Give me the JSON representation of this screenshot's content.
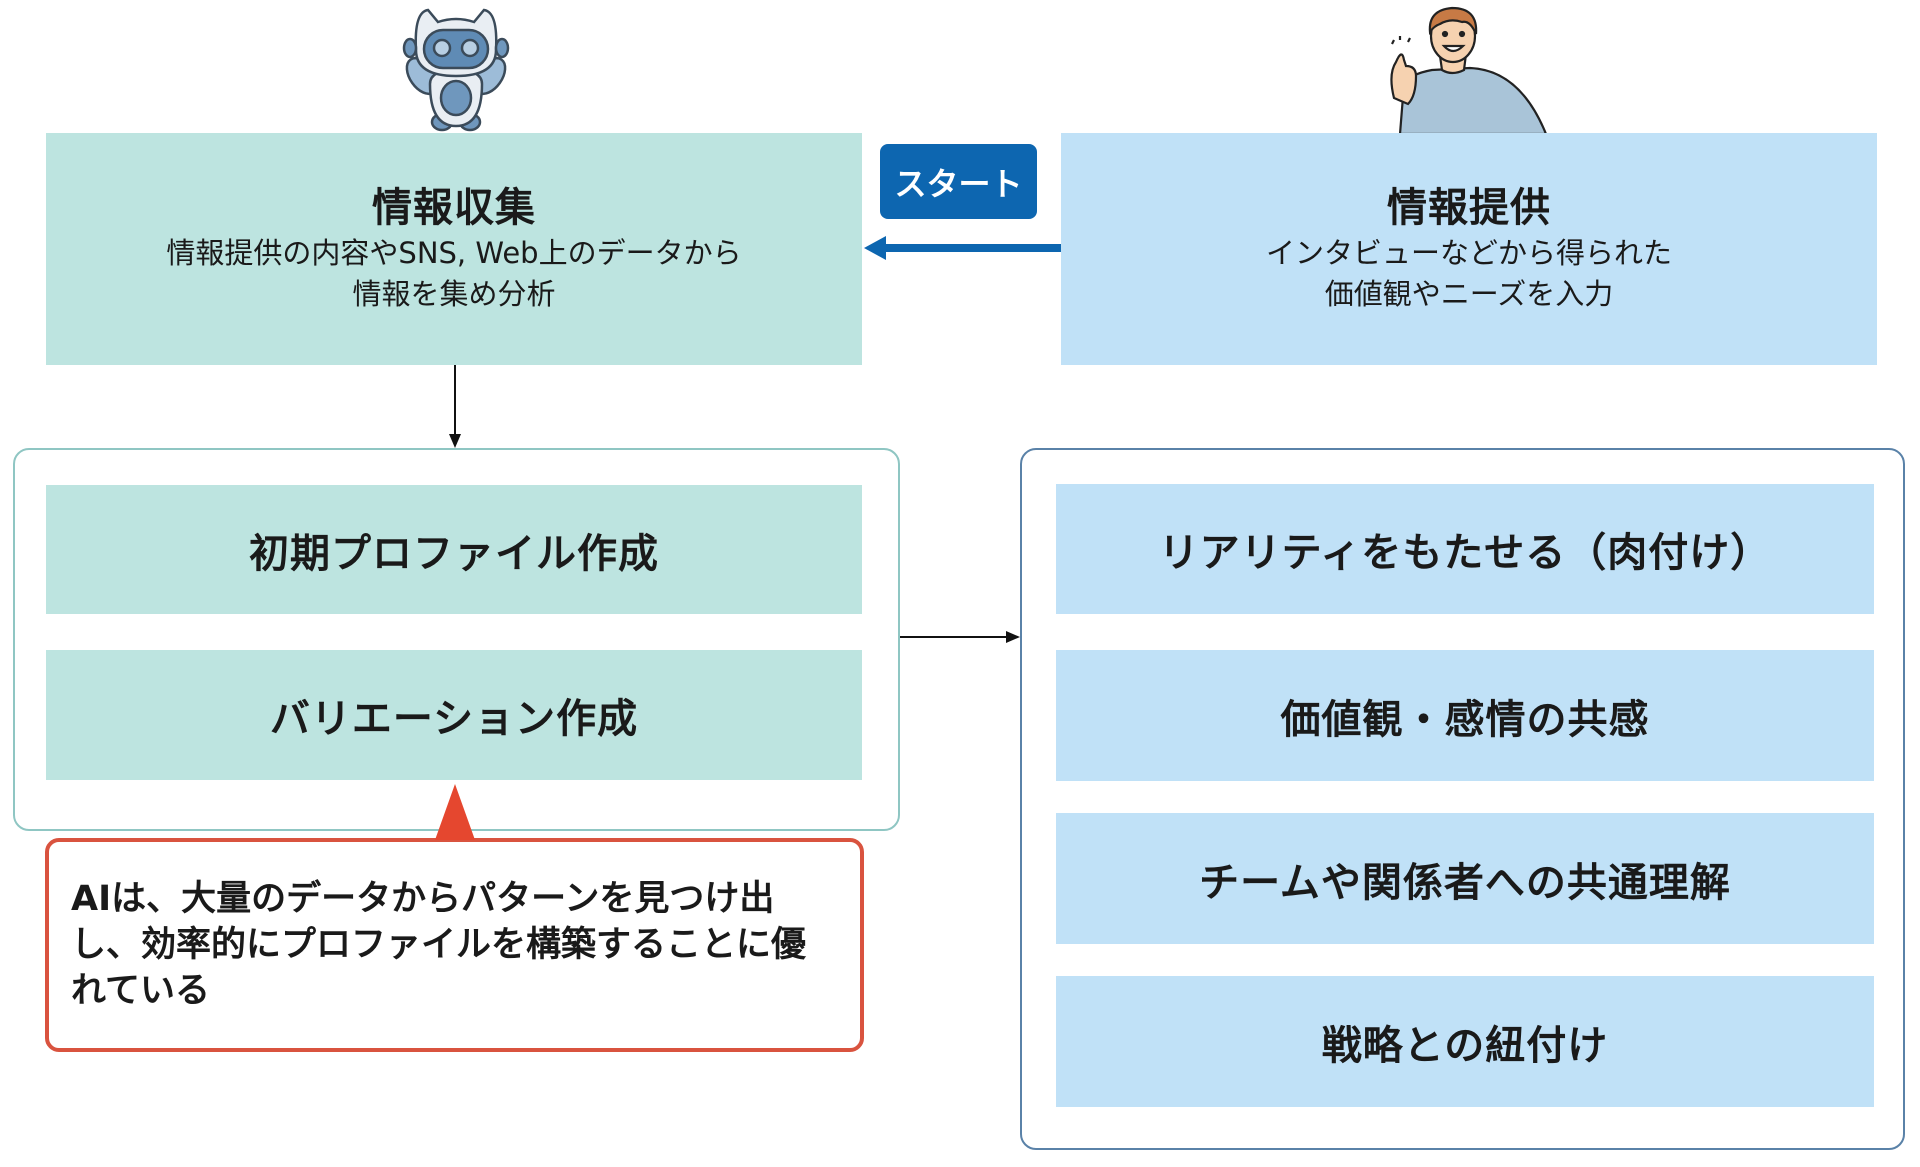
{
  "colors": {
    "teal_box": "#bde4e0",
    "blue_box": "#c0e1f7",
    "start_button": "#0d66b0",
    "arrow_blue": "#0d66b0",
    "note_border": "#d9533f",
    "left_container_border": "#8fc6c3",
    "right_container_border": "#5a82a8"
  },
  "icons": {
    "robot": "robot-mascot-icon",
    "person": "thumbs-up-person-icon"
  },
  "start_button": {
    "label": "スタート"
  },
  "collection": {
    "title": "情報収集",
    "lines": [
      "情報提供の内容やSNS, Web上のデータから",
      "情報を集め分析"
    ]
  },
  "provision": {
    "title": "情報提供",
    "lines": [
      "インタビューなどから得られた",
      "価値観やニーズを入力"
    ]
  },
  "ai_steps": [
    {
      "label": "初期プロファイル作成"
    },
    {
      "label": "バリエーション作成"
    }
  ],
  "human_steps": [
    {
      "label": "リアリティをもたせる（肉付け）"
    },
    {
      "label": "価値観・感情の共感"
    },
    {
      "label": "チームや関係者への共通理解"
    },
    {
      "label": "戦略との紐付け"
    }
  ],
  "note": {
    "lines": [
      "AIは、大量のデータからパターンを見つけ出",
      "し、効率的にプロファイルを構築することに優",
      "れている"
    ]
  }
}
